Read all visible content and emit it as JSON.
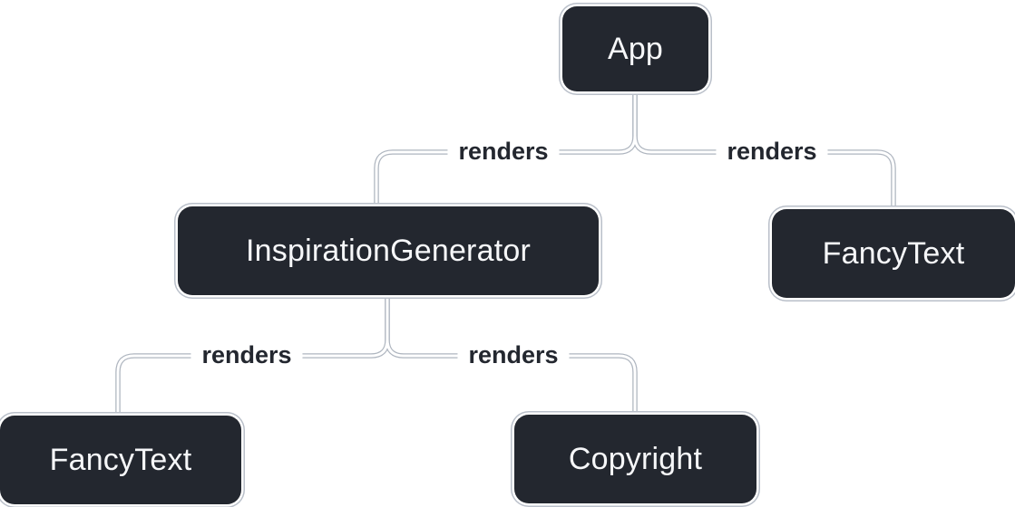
{
  "diagram": {
    "type": "component-render-tree",
    "colors": {
      "background": "#ffffff",
      "node_fill": "#23272f",
      "node_ring": "#ffffff",
      "node_text": "#f6f7f9",
      "edge_line": "#ffffff",
      "edge_outline": "#aeb5bf",
      "edge_label_text": "#23272f"
    },
    "nodes": [
      {
        "id": "app",
        "label": "App"
      },
      {
        "id": "inspiration-generator",
        "label": "InspirationGenerator"
      },
      {
        "id": "fancy-text-top-right",
        "label": "FancyText"
      },
      {
        "id": "fancy-text-bottom-left",
        "label": "FancyText"
      },
      {
        "id": "copyright",
        "label": "Copyright"
      }
    ],
    "edges": [
      {
        "from": "App",
        "to": "InspirationGenerator",
        "label": "renders"
      },
      {
        "from": "App",
        "to": "FancyText",
        "label": "renders"
      },
      {
        "from": "InspirationGenerator",
        "to": "FancyText",
        "label": "renders"
      },
      {
        "from": "InspirationGenerator",
        "to": "Copyright",
        "label": "renders"
      }
    ]
  }
}
